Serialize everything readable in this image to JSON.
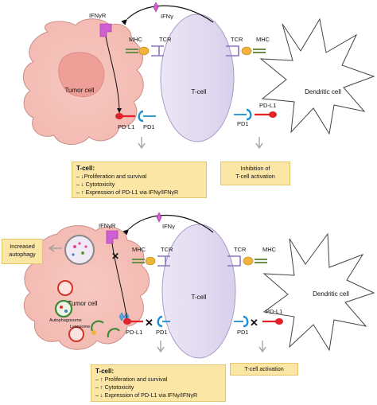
{
  "top": {
    "ifngr": "IFNγR",
    "ifng": "IFNγ",
    "mhc_left": "MHC",
    "tcr_left": "TCR",
    "tcr_right": "TCR",
    "mhc_right": "MHC",
    "tumor_cell": "Tumor cell",
    "t_cell": "T-cell",
    "dendritic_cell": "Dendritic cell",
    "pdl1_left": "PD-L1",
    "pd1_left": "PD1",
    "pd1_right": "PD1",
    "pdl1_right": "PD-L1",
    "box_main": {
      "title": "T-cell:",
      "lines": [
        "– ↓Proliferation and survival",
        "– ↓ Cytotoxicity",
        "– ↑ Expression of PD-L1 via IFNγ/IFNγR"
      ]
    },
    "box_side": [
      "Inhibition of",
      "T-cell activation"
    ]
  },
  "bottom": {
    "ifngr": "IFNγR",
    "ifng": "IFNγ",
    "mhc_left": "MHC",
    "tcr_left": "TCR",
    "tcr_right": "TCR",
    "mhc_right": "MHC",
    "tumor_cell": "Tumor cell",
    "t_cell": "T-cell",
    "dendritic_cell": "Dendritic cell",
    "pdl1_left": "PD-L1",
    "pd1_left": "PD1",
    "pd1_right": "PD1",
    "pdl1_right": "PD-L1",
    "autophagosome": "Autophagosome",
    "lysosome": "Lysosome",
    "box_autophagy": [
      "Increased",
      "autophagy"
    ],
    "box_main": {
      "title": "T-cell:",
      "lines": [
        "– ↑ Proliferation and survival",
        "– ↑ Cytotoxicity",
        "– ↓ Expression of PD-L1 via IFNγ/IFNγR"
      ]
    },
    "box_side": [
      "T-cell activation"
    ]
  }
}
